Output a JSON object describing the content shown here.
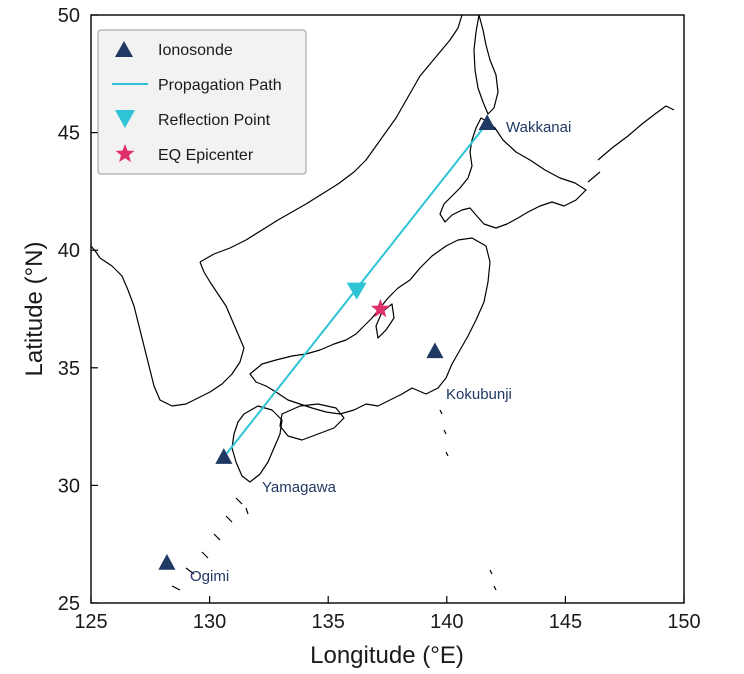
{
  "map": {
    "xlabel": "Longitude (°E)",
    "ylabel": "Latitude (°N)",
    "x_ticks": [
      125,
      130,
      135,
      140,
      145,
      150
    ],
    "y_ticks": [
      25,
      30,
      35,
      40,
      45,
      50
    ],
    "lon_range": [
      125,
      150
    ],
    "lat_range": [
      25,
      50
    ],
    "legend": {
      "placement": "top-left",
      "items": [
        {
          "label": "Ionosonde",
          "symbol": "triangle-up"
        },
        {
          "label": "Propagation Path",
          "symbol": "line"
        },
        {
          "label": "Reflection Point",
          "symbol": "triangle-down"
        },
        {
          "label": "EQ Epicenter",
          "symbol": "star"
        }
      ]
    },
    "ionosondes": [
      {
        "name": "Wakkanai",
        "lon": 141.7,
        "lat": 45.4
      },
      {
        "name": "Kokubunji",
        "lon": 139.5,
        "lat": 35.7
      },
      {
        "name": "Yamagawa",
        "lon": 130.6,
        "lat": 31.2
      },
      {
        "name": "Ogimi",
        "lon": 128.2,
        "lat": 26.7
      }
    ],
    "propagation_path": {
      "from": "Yamagawa",
      "to": "Wakkanai"
    },
    "reflection_point": {
      "lon": 136.2,
      "lat": 38.3
    },
    "epicenter": {
      "lon": 137.2,
      "lat": 37.5
    },
    "colors": {
      "ionosonde": "#1f3864",
      "path": "#2ec4d6",
      "reflection": "#2ec4d6",
      "epicenter": "#e0306b",
      "coast": "#000000",
      "station_label": "#1f3864"
    }
  }
}
